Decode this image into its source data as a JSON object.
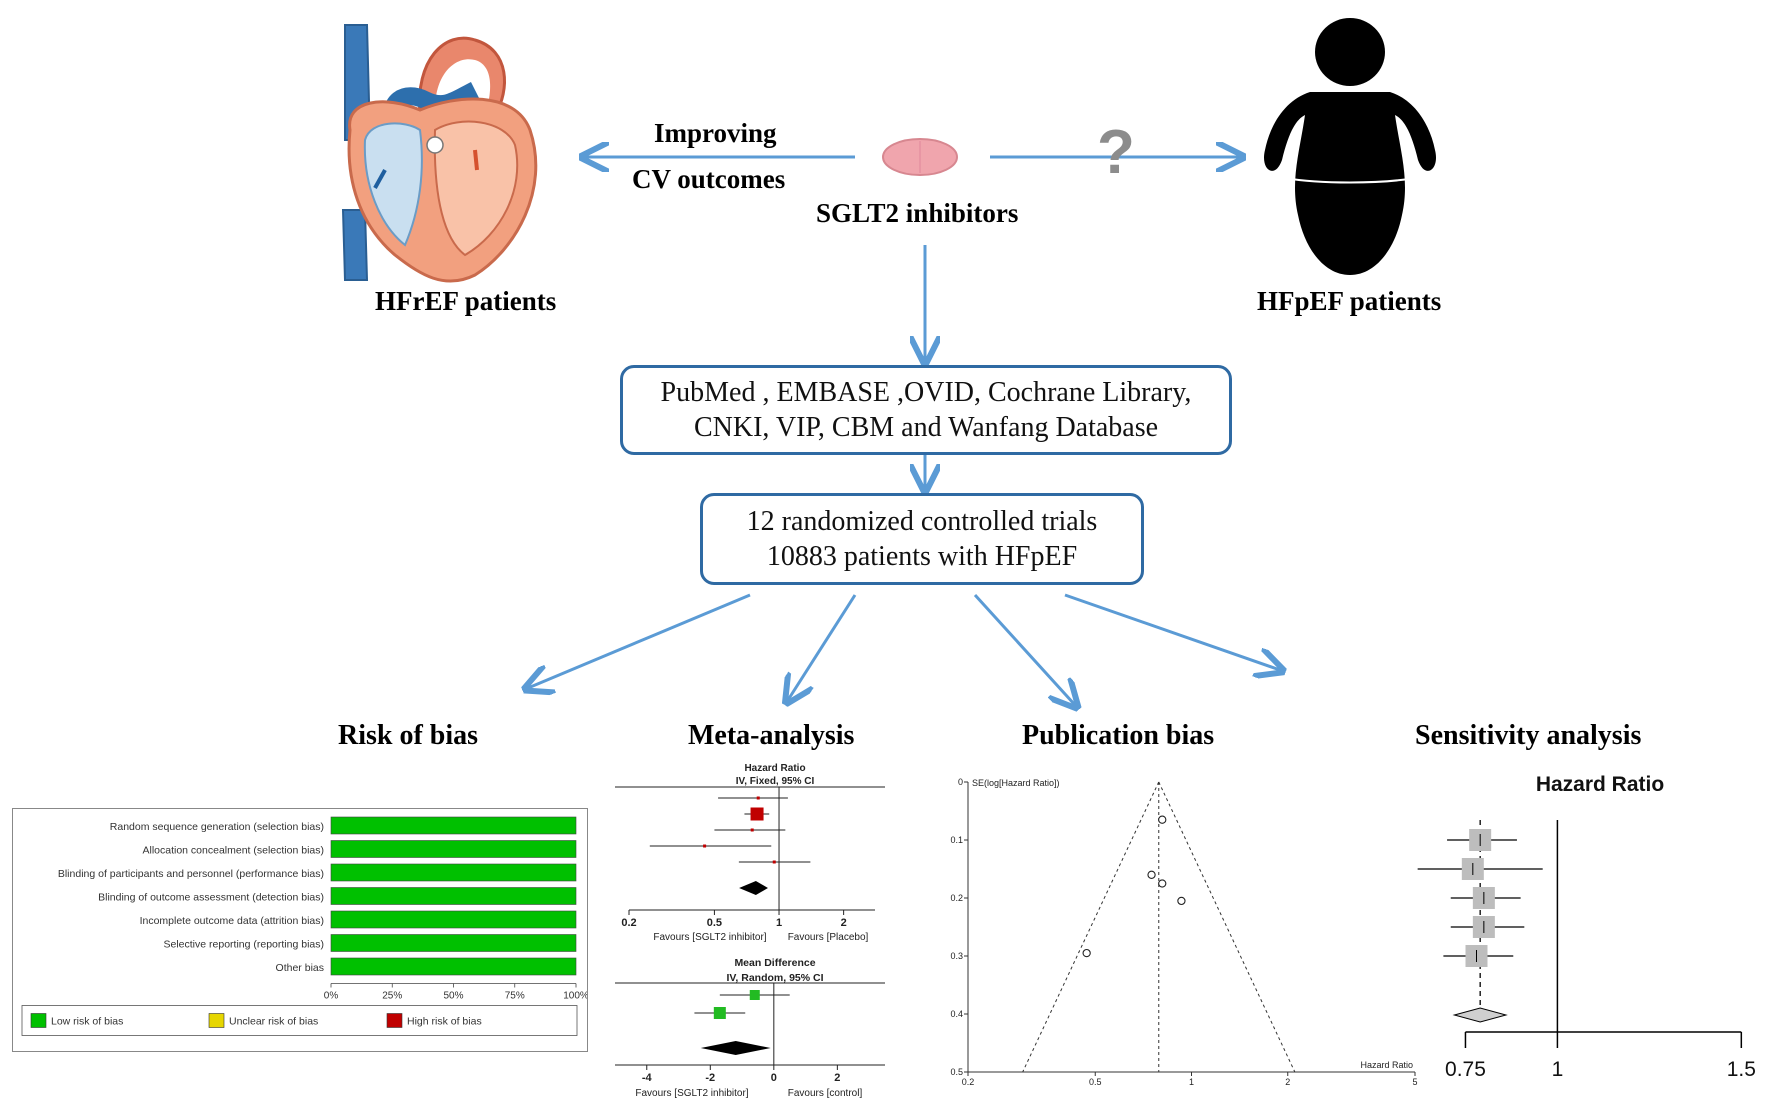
{
  "top": {
    "improving": "Improving",
    "cv_outcomes": "CV outcomes",
    "drug": "SGLT2 inhibitors",
    "question": "?",
    "hfref": "HFrEF patients",
    "hfpef": "HFpEF patients"
  },
  "boxes": {
    "databases_line1": "PubMed , EMBASE ,OVID, Cochrane Library,",
    "databases_line2": "CNKI, VIP, CBM and Wanfang Database",
    "trials_line1": "12 randomized controlled trials",
    "trials_line2": "10883 patients with HFpEF"
  },
  "sections": {
    "risk_of_bias": "Risk of bias",
    "meta_analysis": "Meta-analysis",
    "publication_bias": "Publication bias",
    "sensitivity_analysis": "Sensitivity analysis"
  },
  "colors": {
    "arrow": "#5b9bd5",
    "box_border": "#2f6aa3",
    "low_risk": "#00c000",
    "unclear_risk": "#e6d600",
    "high_risk": "#c00000"
  },
  "chart_data": [
    {
      "type": "bar",
      "name": "risk-of-bias",
      "categories": [
        "Random sequence generation (selection bias)",
        "Allocation concealment (selection bias)",
        "Blinding of participants and personnel (performance bias)",
        "Blinding of outcome assessment (detection bias)",
        "Incomplete outcome data (attrition bias)",
        "Selective reporting (reporting bias)",
        "Other bias"
      ],
      "series": [
        {
          "name": "Low risk of bias",
          "values": [
            100,
            100,
            100,
            100,
            100,
            100,
            100
          ]
        }
      ],
      "xticks": [
        "0%",
        "25%",
        "50%",
        "75%",
        "100%"
      ],
      "legend": [
        "Low risk of bias",
        "Unclear risk of bias",
        "High risk of bias"
      ]
    },
    {
      "type": "scatter",
      "name": "meta-hazard-ratio",
      "header1": "Hazard Ratio",
      "header2": "IV, Fixed, 95% CI",
      "xscale": "log",
      "xticks": [
        "0.2",
        "0.5",
        "1",
        "2"
      ],
      "xlabel_left": "Favours [SGLT2 inhibitor]",
      "xlabel_right": "Favours [Placebo]",
      "studies": [
        {
          "hr": 0.8,
          "lo": 0.52,
          "hi": 1.1
        },
        {
          "hr": 0.79,
          "lo": 0.69,
          "hi": 0.9
        },
        {
          "hr": 0.75,
          "lo": 0.5,
          "hi": 1.07
        },
        {
          "hr": 0.45,
          "lo": 0.25,
          "hi": 0.92
        },
        {
          "hr": 0.95,
          "lo": 0.65,
          "hi": 1.4
        }
      ],
      "pooled": {
        "hr": 0.78,
        "lo": 0.71,
        "hi": 0.86
      }
    },
    {
      "type": "scatter",
      "name": "meta-mean-difference",
      "header1": "Mean Difference",
      "header2": "IV, Random, 95% CI",
      "xticks": [
        "-4",
        "-2",
        "0",
        "2"
      ],
      "xlabel_left": "Favours [SGLT2 inhibitor]",
      "xlabel_right": "Favours [control]",
      "studies": [
        {
          "md": -0.6,
          "lo": -1.7,
          "hi": 0.5
        },
        {
          "md": -1.7,
          "lo": -2.5,
          "hi": -0.9
        }
      ],
      "pooled": {
        "md": -1.2,
        "lo": -2.3,
        "hi": -0.1
      }
    },
    {
      "type": "scatter",
      "name": "funnel-plot",
      "ylabel": "SE(log[Hazard Ratio])",
      "xlabel": "Hazard Ratio",
      "xscale": "log",
      "xticks": [
        "0.2",
        "0.5",
        "1",
        "2",
        "5"
      ],
      "yticks": [
        "0",
        "0.1",
        "0.2",
        "0.3",
        "0.4",
        "0.5"
      ],
      "center": 0.79,
      "points": [
        {
          "x": 0.81,
          "y": 0.065
        },
        {
          "x": 0.75,
          "y": 0.16
        },
        {
          "x": 0.81,
          "y": 0.175
        },
        {
          "x": 0.93,
          "y": 0.205
        },
        {
          "x": 0.47,
          "y": 0.295
        }
      ]
    },
    {
      "type": "scatter",
      "name": "sensitivity-hazard-ratio",
      "title": "Hazard Ratio",
      "xticks": [
        "0.75",
        "1",
        "1.5"
      ],
      "studies": [
        {
          "hr": 0.79,
          "lo": 0.7,
          "hi": 0.89
        },
        {
          "hr": 0.77,
          "lo": 0.62,
          "hi": 0.96
        },
        {
          "hr": 0.8,
          "lo": 0.71,
          "hi": 0.9
        },
        {
          "hr": 0.8,
          "lo": 0.71,
          "hi": 0.91
        },
        {
          "hr": 0.78,
          "lo": 0.69,
          "hi": 0.88
        }
      ],
      "pooled": {
        "hr": 0.79,
        "lo": 0.72,
        "hi": 0.86
      }
    }
  ]
}
